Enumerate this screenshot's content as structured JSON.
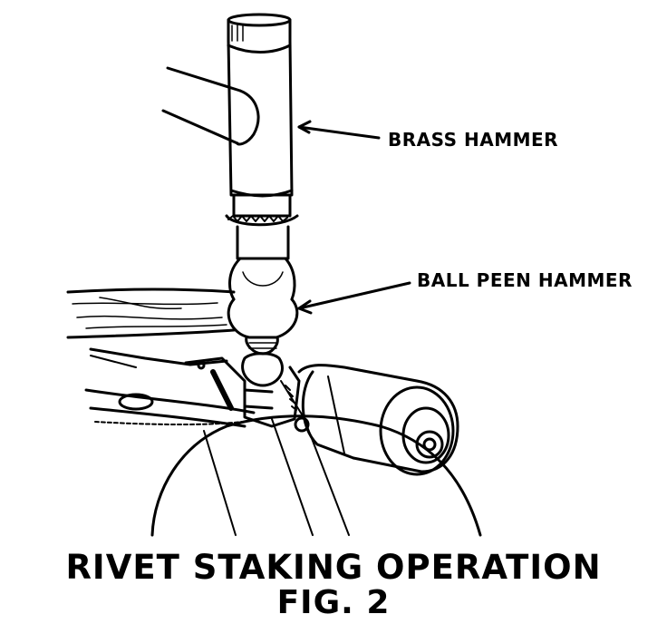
{
  "figure": {
    "title": "RIVET STAKING OPERATION",
    "number": "FIG. 2"
  },
  "labels": {
    "brass_hammer": "BRASS HAMMER",
    "ball_peen_hammer": "BALL PEEN HAMMER"
  },
  "colors": {
    "ink": "#000000",
    "paper": "#ffffff"
  }
}
